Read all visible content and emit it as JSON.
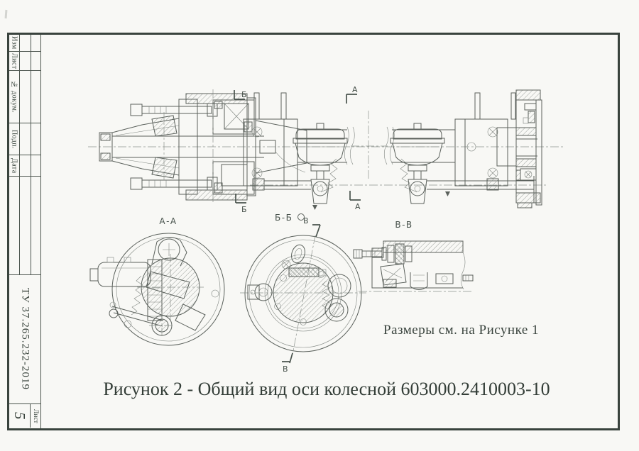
{
  "stamp": {
    "labels": [
      "Изм",
      "Лист",
      "№ докум.",
      "Подп.",
      "Дата"
    ],
    "doc_number": "ТУ 37.265.232-2019",
    "sheet_number": "5",
    "sheet_label": "Лист"
  },
  "drawing": {
    "section_labels": {
      "aa": "А-А",
      "bb": "Б-Б",
      "vv": "В-В"
    },
    "cut_markers": {
      "a": "А",
      "b": "Б",
      "v": "В"
    },
    "note": "Размеры см. на Рисунке 1",
    "caption": "Рисунок 2 - Общий вид оси колесной 603000.2410003-10"
  },
  "colors": {
    "frame": "#39433d",
    "line": "#5b615c",
    "paper": "#f8f8f5"
  }
}
